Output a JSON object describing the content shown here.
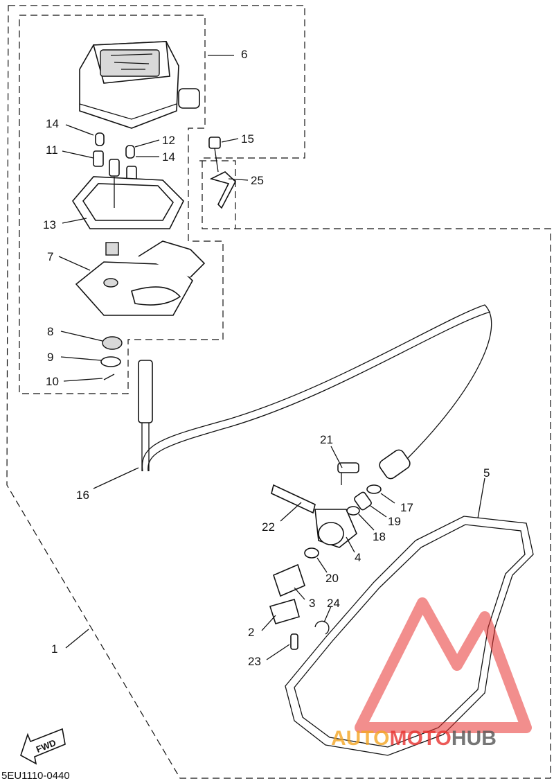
{
  "callouts": [
    {
      "id": "6",
      "label": "6"
    },
    {
      "id": "14a",
      "label": "14"
    },
    {
      "id": "12",
      "label": "12"
    },
    {
      "id": "14b",
      "label": "14"
    },
    {
      "id": "11",
      "label": "11"
    },
    {
      "id": "15",
      "label": "15"
    },
    {
      "id": "25",
      "label": "25"
    },
    {
      "id": "13",
      "label": "13"
    },
    {
      "id": "7",
      "label": "7"
    },
    {
      "id": "8",
      "label": "8"
    },
    {
      "id": "9",
      "label": "9"
    },
    {
      "id": "10",
      "label": "10"
    },
    {
      "id": "16",
      "label": "16"
    },
    {
      "id": "21",
      "label": "21"
    },
    {
      "id": "5",
      "label": "5"
    },
    {
      "id": "17",
      "label": "17"
    },
    {
      "id": "22",
      "label": "22"
    },
    {
      "id": "19",
      "label": "19"
    },
    {
      "id": "18",
      "label": "18"
    },
    {
      "id": "4",
      "label": "4"
    },
    {
      "id": "20",
      "label": "20"
    },
    {
      "id": "3",
      "label": "3"
    },
    {
      "id": "24",
      "label": "24"
    },
    {
      "id": "2",
      "label": "2"
    },
    {
      "id": "1",
      "label": "1"
    },
    {
      "id": "23",
      "label": "23"
    }
  ],
  "fwd_label": "FWD",
  "diagram_code": "5EU1110-0440",
  "watermark": {
    "part1": "AUTO",
    "part2": "MOTO",
    "part3": "HUB"
  },
  "colors": {
    "ink": "#111111",
    "watermark_red": "#e8322f",
    "watermark_orange": "#f5a623",
    "watermark_gray": "#555555"
  }
}
